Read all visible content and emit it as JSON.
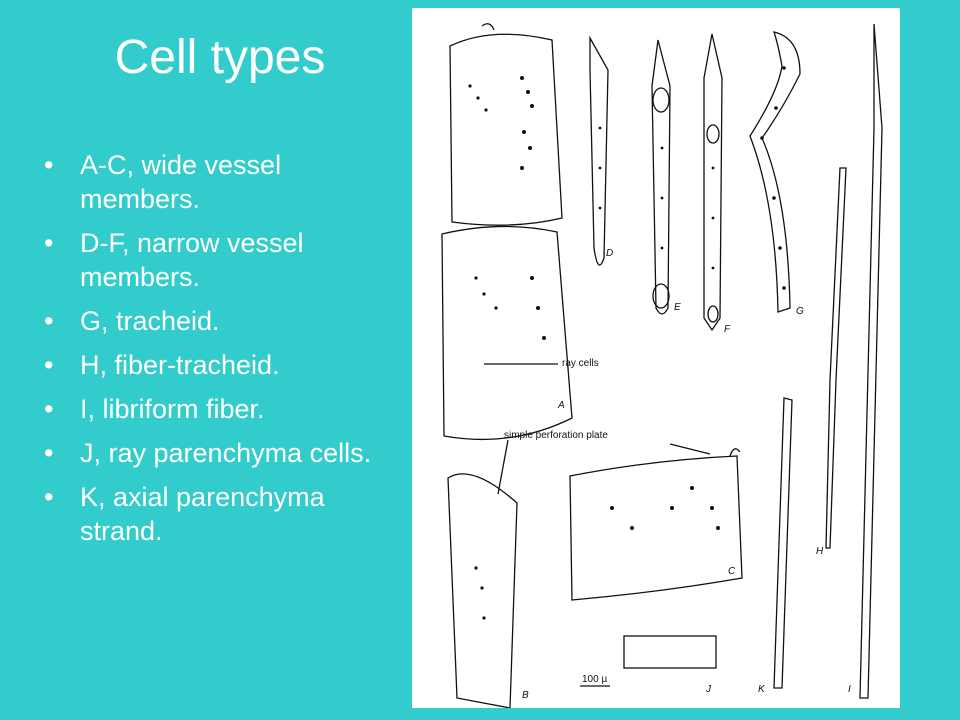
{
  "slide": {
    "title": "Cell types",
    "bullets": [
      " A-C, wide vessel members.",
      "D-F, narrow vessel members.",
      "G, tracheid.",
      "H, fiber-tracheid.",
      "I, libriform fiber.",
      "J, ray parenchyma cells.",
      "K, axial parenchyma strand."
    ],
    "bullet_glyph": "•"
  },
  "figure": {
    "annotations": {
      "ray_cells": "ray cells",
      "simple_perforation_plate": "simple perforation plate",
      "scale": "100 µ"
    },
    "letters": [
      "A",
      "B",
      "C",
      "D",
      "E",
      "F",
      "G",
      "H",
      "I",
      "J",
      "K"
    ]
  },
  "colors": {
    "background": "#33CCCC",
    "text": "#FFFFFF",
    "figure_bg": "#FFFFFF"
  }
}
